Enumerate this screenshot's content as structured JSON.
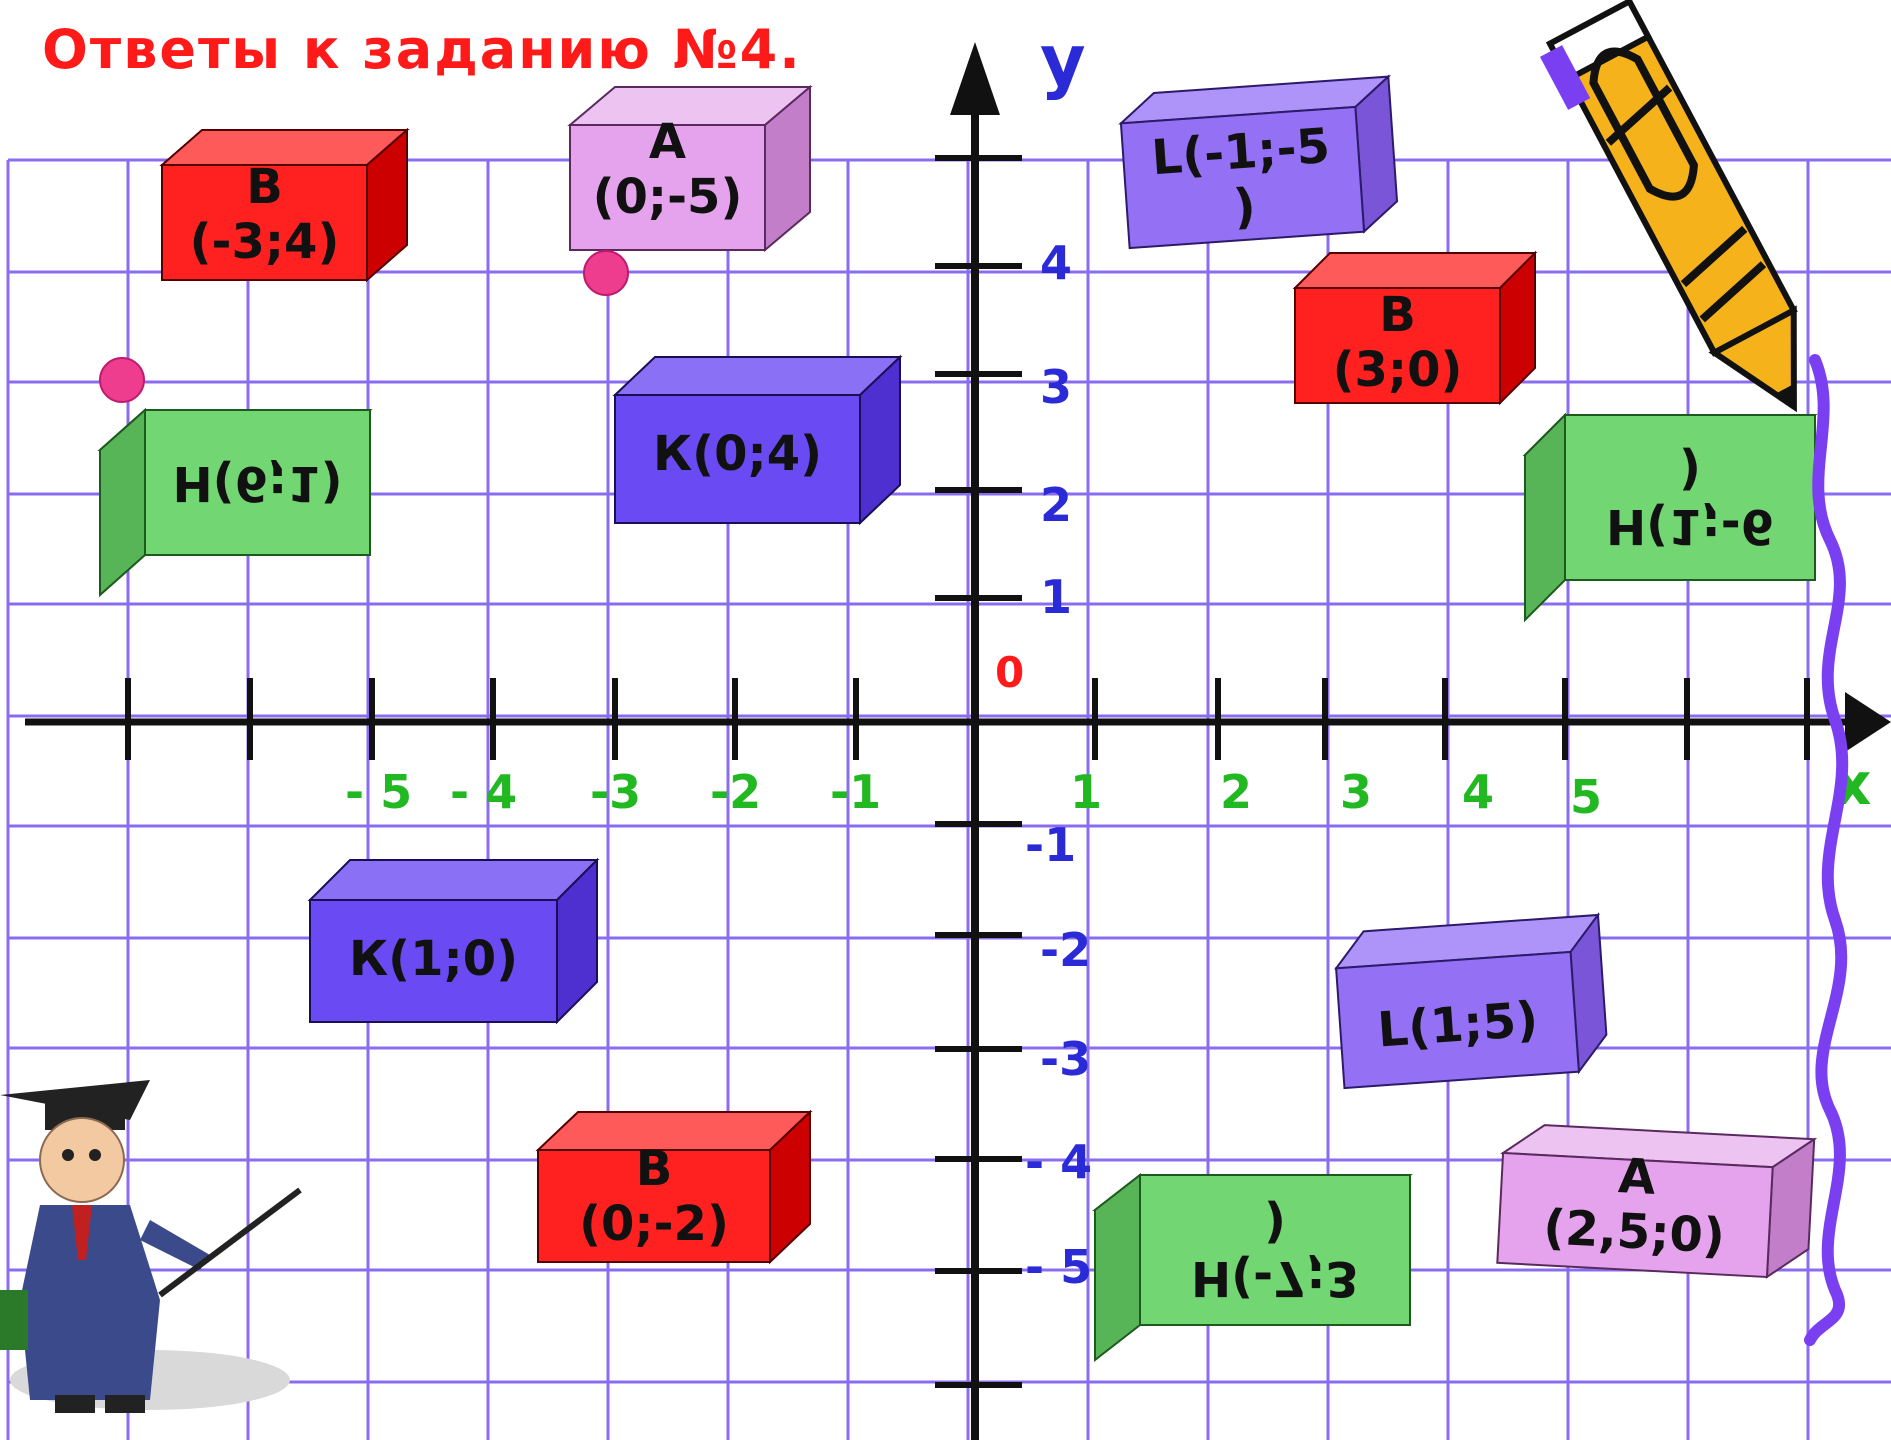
{
  "title": "Ответы к заданию №4.",
  "axes": {
    "x_name": "x",
    "y_name": "y",
    "origin": "0",
    "x_ticks": [
      "- 5",
      "- 4",
      "-3",
      "-2",
      "-1",
      "1",
      "2",
      "3",
      "4",
      "5"
    ],
    "y_ticks": [
      "4",
      "3",
      "2",
      "1",
      "-1",
      "-2",
      "-3",
      "- 4",
      "- 5"
    ]
  },
  "cards": [
    {
      "id": "b1",
      "text": "В\n(-3;4)",
      "color": "red",
      "mirrored": false
    },
    {
      "id": "a1",
      "text": "А\n(0;-5)",
      "color": "pink",
      "mirrored": false
    },
    {
      "id": "l1",
      "text": "L(-1;-5\n)",
      "color": "purple",
      "mirrored": false
    },
    {
      "id": "b2",
      "text": "В\n(3;0)",
      "color": "red",
      "mirrored": false
    },
    {
      "id": "h1",
      "text": "Н(6;1)",
      "color": "green",
      "mirrored": true
    },
    {
      "id": "k1",
      "text": "К(0;4)",
      "color": "blue",
      "mirrored": false
    },
    {
      "id": "h2",
      "text": "Н(1;-6\n)",
      "color": "green",
      "mirrored": true
    },
    {
      "id": "k2",
      "text": "К(1;0)",
      "color": "blue",
      "mirrored": false
    },
    {
      "id": "l2",
      "text": "L(1;5)",
      "color": "purple",
      "mirrored": false
    },
    {
      "id": "b3",
      "text": "В\n(0;-2)",
      "color": "red",
      "mirrored": false
    },
    {
      "id": "h3",
      "text": "Н(-7;3\n)",
      "color": "green",
      "mirrored": true
    },
    {
      "id": "a2",
      "text": "А\n(2,5;0)",
      "color": "pink",
      "mirrored": false
    }
  ],
  "colors": {
    "grid": "#8a6cf0",
    "axis": "#111111",
    "title": "#ff1a1a",
    "y_labels": "#2a2ad6",
    "x_labels": "#22b822",
    "origin": "#ff1a1a",
    "dots": "#ee3d8f",
    "squiggle": "#7b3ff2"
  },
  "icons": [
    "pencil-icon",
    "teacher-figure-icon",
    "point-marker-icon"
  ]
}
